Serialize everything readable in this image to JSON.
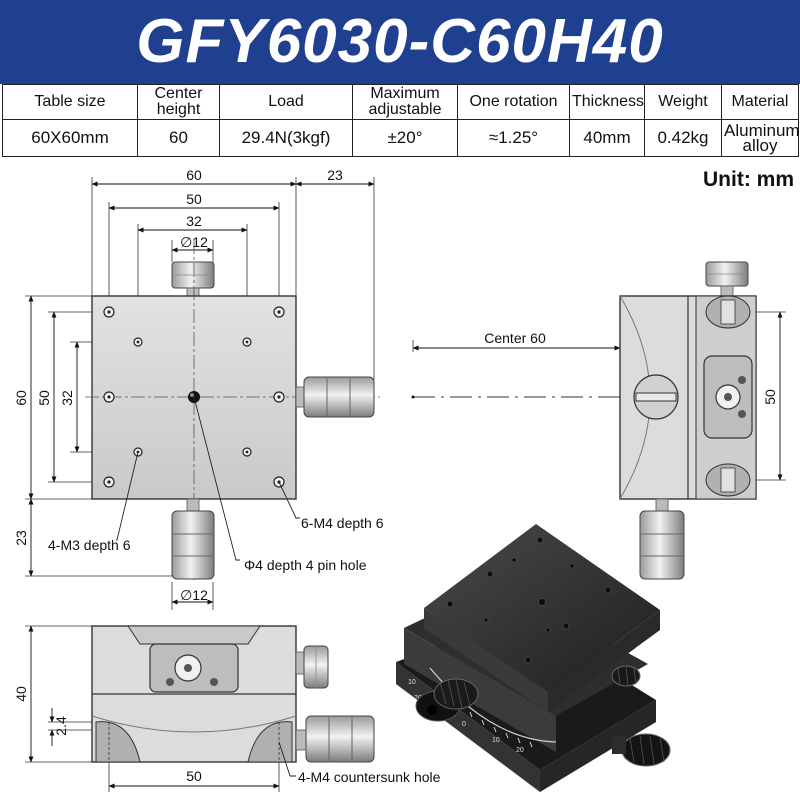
{
  "title": "GFY6030-C60H40",
  "specs": {
    "headers": [
      "Table size",
      "Center height",
      "Load",
      "Maximum adjustable",
      "One rotation",
      "Thickness",
      "Weight",
      "Material"
    ],
    "values": [
      "60X60mm",
      "60",
      "29.4N(3kgf)",
      "±20°",
      "≈1.25°",
      "40mm",
      "0.42kg",
      "Aluminum alloy"
    ]
  },
  "unit_label": "Unit: mm",
  "dimensions": {
    "width_60": "60",
    "width_50": "50",
    "width_32": "32",
    "offset_23_top": "23",
    "phi12_top": "∅12",
    "phi12_bottom": "∅12",
    "height_60": "60",
    "height_50": "50",
    "height_32": "32",
    "offset_23_left": "23",
    "side_height_50": "50",
    "center_60": "Center 60",
    "front_height_40": "40",
    "front_2_4": "2.4",
    "front_width_50": "50"
  },
  "callouts": {
    "m4_depth": "6-M4 depth 6",
    "m3_depth": "4-M3 depth 6",
    "pin_hole": "Φ4 depth 4 pin hole",
    "countersunk": "4-M4 countersunk hole"
  },
  "photo_scale_marks": [
    "10",
    "20",
    "0",
    "10",
    "20"
  ],
  "colors": {
    "banner": "#1f3f8f",
    "metal_light": "#d8d8d8",
    "metal_dark": "#2a2a2a"
  }
}
